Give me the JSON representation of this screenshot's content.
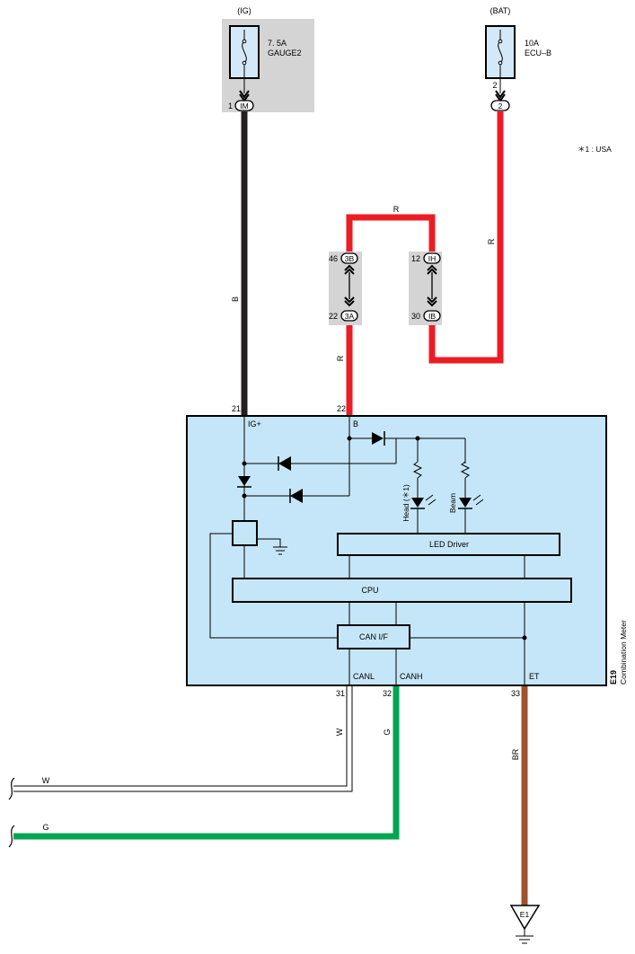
{
  "fuses": {
    "ig": {
      "header": "(IG)",
      "rating": "7. 5A",
      "name": "GAUGE2",
      "pin": "1",
      "connector": "IM"
    },
    "bat": {
      "header": "(BAT)",
      "rating": "10A",
      "name": "ECU–B",
      "pin": "2",
      "connector": "2"
    }
  },
  "note": "＊1 : USA",
  "wires": {
    "black": "B",
    "red_top": "R",
    "red_right": "R",
    "red_mid": "R",
    "white": "W",
    "green": "G",
    "brown": "BR",
    "white_left": "W",
    "green_left": "G"
  },
  "connectors": {
    "c3b": {
      "pin": "46",
      "label": "3B"
    },
    "c3a": {
      "pin": "22",
      "label": "3A"
    },
    "cih": {
      "pin": "12",
      "label": "IH"
    },
    "cib": {
      "pin": "30",
      "label": "IB"
    }
  },
  "meter": {
    "id": "E19",
    "name": "Combination Meter",
    "pins": {
      "ig": {
        "num": "21",
        "name": "IG+"
      },
      "b": {
        "num": "22",
        "name": "B"
      },
      "canl": {
        "num": "31",
        "name": "CANL"
      },
      "canh": {
        "num": "32",
        "name": "CANH"
      },
      "et": {
        "num": "33",
        "name": "ET"
      }
    },
    "led_driver": "LED Driver",
    "cpu": "CPU",
    "can_if": "CAN I/F",
    "led_head": "Head (＊1)",
    "led_beam": "Beam"
  },
  "ground": "E1",
  "colors": {
    "black_wire": "#231f20",
    "red_wire": "#ed1c24",
    "green_wire": "#00a651",
    "brown_wire": "#a0522d",
    "meter_fill": "#c5e6f8",
    "fuse_fill": "#d4e9f7",
    "junction_fill": "#d4d4d4"
  }
}
